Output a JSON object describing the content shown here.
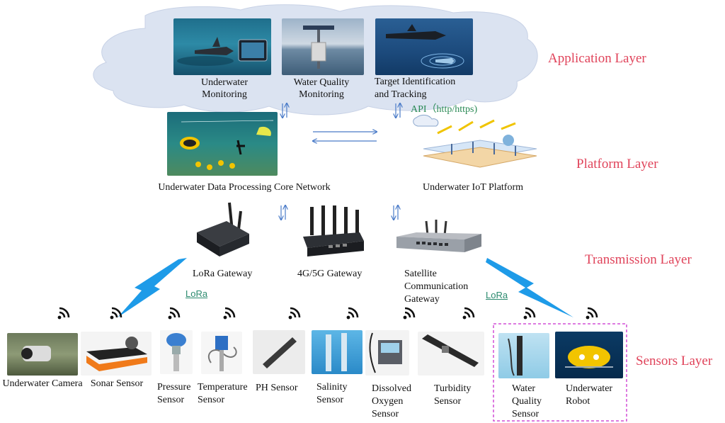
{
  "layers": {
    "application": "Application Layer",
    "platform": "Platform Layer",
    "transmission": "Transmission Layer",
    "sensors": "Sensors Layer"
  },
  "application": {
    "underwater_monitoring": "Underwater\nMonitoring",
    "water_quality_monitoring": "Water Quality\nMonitoring",
    "target_identification": "Target Identification\nand Tracking"
  },
  "platform": {
    "core_network": "Underwater Data Processing Core Network",
    "iot_platform": "Underwater IoT Platform",
    "api": "API（http/https)"
  },
  "transmission": {
    "lora_gateway": "LoRa Gateway",
    "cellular_gateway": "4G/5G Gateway",
    "satellite_gateway": "Satellite\nCommunication\nGateway",
    "lora_left": "LoRa",
    "lora_right": "LoRa"
  },
  "sensors": {
    "camera": "Underwater Camera",
    "sonar": "Sonar Sensor",
    "pressure": "Pressure\nSensor",
    "temperature": "Temperature\nSensor",
    "ph": "PH Sensor",
    "salinity": "Salinity\nSensor",
    "dissolved_oxygen": "Dissolved\nOxygen\nSensor",
    "turbidity": "Turbidity\nSensor",
    "water_quality": "Water\nQuality\nSensor",
    "robot": "Underwater\nRobot"
  },
  "colors": {
    "layer_label": "#e0435a",
    "cloud": "#dbe3f1",
    "arrow": "#4a7bc8",
    "lora_bolt": "#1e9be8",
    "lora_text": "#2b8a6e",
    "dashed_box": "#d24fd6"
  }
}
